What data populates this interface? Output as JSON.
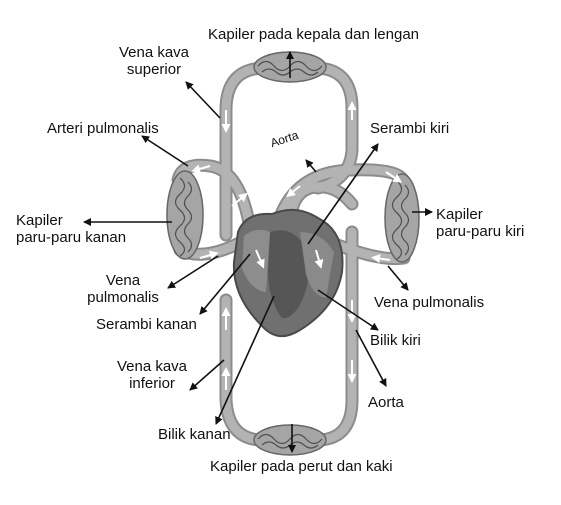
{
  "labels": {
    "kapiler_kepala": "Kapiler pada kepala dan lengan",
    "vena_kava_superior_1": "Vena kava",
    "vena_kava_superior_2": "superior",
    "arteri_pulmonalis": "Arteri pulmonalis",
    "serambi_kiri": "Serambi kiri",
    "aorta_top": "Aorta",
    "kapiler_paru_kanan_1": "Kapiler",
    "kapiler_paru_kanan_2": "paru-paru kanan",
    "kapiler_paru_kiri_1": "Kapiler",
    "kapiler_paru_kiri_2": "paru-paru kiri",
    "vena_pulmonalis_left_1": "Vena",
    "vena_pulmonalis_left_2": "pulmonalis",
    "vena_pulmonalis_right": "Vena pulmonalis",
    "serambi_kanan": "Serambi kanan",
    "bilik_kiri": "Bilik kiri",
    "vena_kava_inferior_1": "Vena kava",
    "vena_kava_inferior_2": "inferior",
    "aorta_bottom": "Aorta",
    "bilik_kanan": "Bilik kanan",
    "kapiler_perut": "Kapiler pada perut dan kaki"
  },
  "colors": {
    "vessel": "#a9a9a9",
    "vessel_edge": "#6e6e6e",
    "heart": "#6f6f6f",
    "heart_dark": "#4d4d4d",
    "capillary_mesh": "#5a5a5a",
    "arrow": "#111111",
    "flow_arrow": "#ffffff"
  }
}
